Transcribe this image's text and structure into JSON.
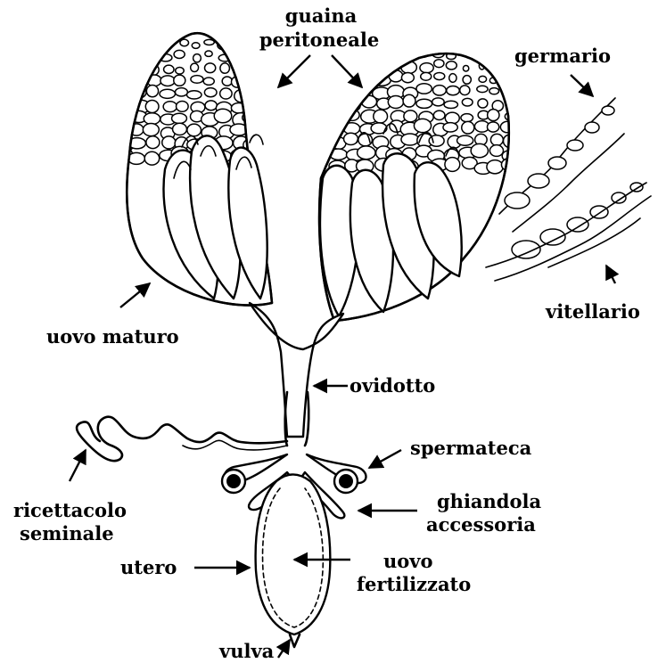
{
  "labels": {
    "guaina": "guaina",
    "peritoneale": "peritoneale",
    "germario": "germario",
    "vitellario": "vitellario",
    "uovo_maturo": "uovo maturo",
    "ovidotto": "ovidotto",
    "spermateca": "spermateca",
    "ricettacolo": "ricettacolo",
    "seminale": "seminale",
    "ghiandola": "ghiandola",
    "accessoria": "accessoria",
    "utero": "utero",
    "uovo": "uovo",
    "fertilizzato": "fertilizzato",
    "vulva": "vulva"
  }
}
